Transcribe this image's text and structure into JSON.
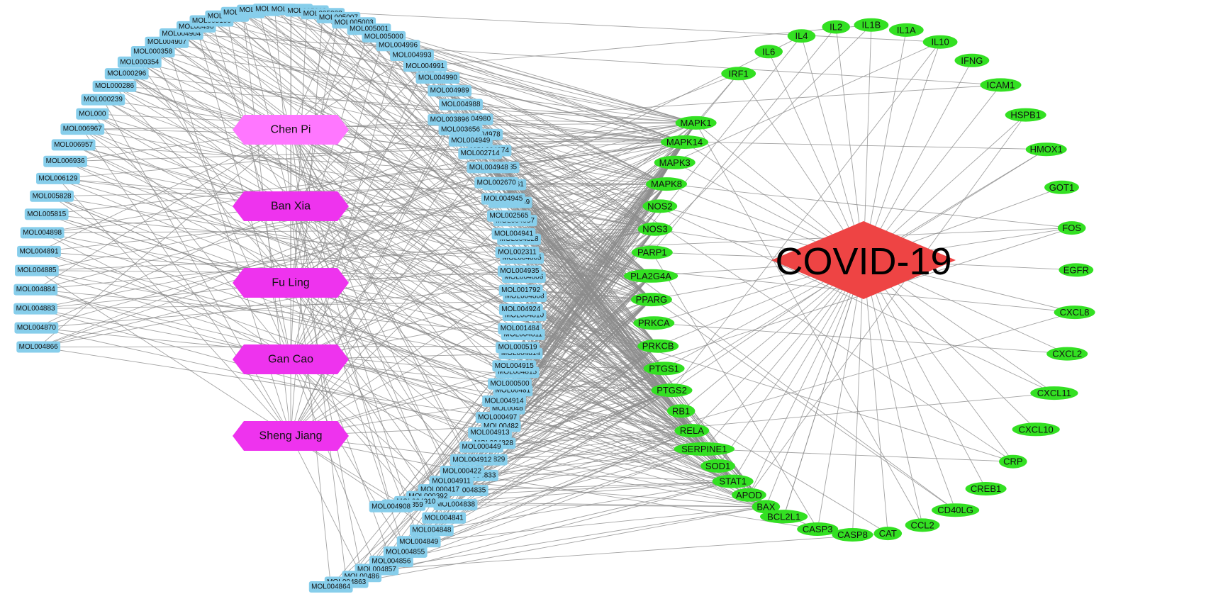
{
  "colors": {
    "edge": "#8c8c8c",
    "compound": "#87ceeb",
    "herb": "#ee33ee",
    "herb_highlight": "#ff77ff",
    "target": "#33e022",
    "disease": "#ee4444"
  },
  "disease": {
    "label": "COVID-19"
  },
  "herbs": [
    "Chen Pi",
    "Ban Xia",
    "Fu Ling",
    "Gan Cao",
    "Sheng Jiang"
  ],
  "compounds_outer": [
    "MOL004866",
    "MOL004870",
    "MOL004883",
    "MOL004884",
    "MOL004885",
    "MOL004891",
    "MOL004898",
    "MOL005815",
    "MOL005828",
    "MOL006129",
    "MOL006936",
    "MOL006957",
    "MOL006967",
    "MOL000",
    "MOL000239",
    "MOL000286",
    "MOL000296",
    "MOL000354",
    "MOL000358",
    "MOL004907",
    "MOL004904",
    "MOL00490",
    "MOL005100",
    "MOL005030",
    "MOL005020",
    "MOL005018",
    "MOL005017",
    "MOL005016",
    "MOL005012",
    "MOL005008",
    "MOL005007",
    "MOL005003",
    "MOL005001",
    "MOL005000",
    "MOL004996",
    "MOL004993",
    "MOL004991",
    "MOL004990",
    "MOL004989",
    "MOL004988",
    "MOL004980",
    "MOL004978",
    "MOL004974",
    "MOL004985",
    "MOL004961",
    "MOL004959",
    "MOL004957",
    "MOL004328",
    "MOL004805",
    "MOL004806",
    "MOL004808",
    "MOL004810",
    "MOL004811",
    "MOL004814",
    "MOL004815",
    "MOL00481",
    "MOL0048",
    "MOL00482",
    "MOL004828",
    "MOL004829",
    "MOL004833",
    "MOL004835",
    "MOL004838",
    "MOL004841",
    "MOL004848",
    "MOL004849",
    "MOL004855",
    "MOL004856",
    "MOL004857",
    "MOL00486",
    "MOL004863",
    "MOL004864"
  ],
  "compounds_inner": [
    "MOL003896",
    "MOL003656",
    "MOL004949",
    "MOL002714",
    "MOL004948",
    "MOL002670",
    "MOL004945",
    "MOL002565",
    "MOL004941",
    "MOL002311",
    "MOL004935",
    "MOL001792",
    "MOL004924",
    "MOL001484",
    "MOL000519",
    "MOL004915",
    "MOL000500",
    "MOL004914",
    "MOL000497",
    "MOL004913",
    "MOL000449",
    "MOL004912",
    "MOL000422",
    "MOL004911",
    "MOL000417",
    "MOL000392",
    "MOL004910",
    "MOL000359",
    "MOL004908"
  ],
  "targets_inner": [
    "MAPK1",
    "MAPK14",
    "MAPK3",
    "MAPK8",
    "NOS2",
    "NOS3",
    "PARP1",
    "PLA2G4A",
    "PPARG",
    "PRKCA",
    "PRKCB",
    "PTGS1",
    "PTGS2",
    "RB1",
    "RELA",
    "SERPINE1",
    "SOD1",
    "STAT1",
    "APOD",
    "BAX",
    "BCL2"
  ],
  "targets_outer": [
    "IRF1",
    "IL6",
    "IL4",
    "IL2",
    "IL1B",
    "IL1A",
    "IL10",
    "IFNG",
    "ICAM1",
    "HSPB1",
    "HMOX1",
    "GOT1",
    "FOS",
    "EGFR",
    "CXCL8",
    "CXCL2",
    "CXCL11",
    "CXCL10",
    "CRP",
    "CREB1",
    "CD40LG",
    "CCL2",
    "CAT",
    "CASP8",
    "CASP3",
    "BCL2L1"
  ]
}
